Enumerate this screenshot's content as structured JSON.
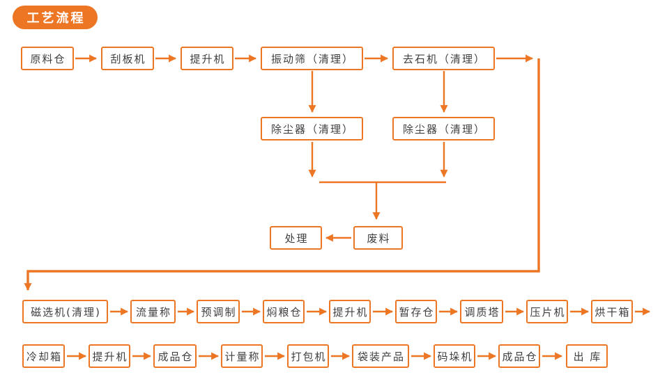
{
  "title_badge": "工艺流程",
  "colors": {
    "accent": "#ED7624",
    "node_text": "#3F3F3F",
    "background": "#FFFFFF"
  },
  "flow": {
    "row1": [
      "原料仓",
      "刮板机",
      "提升机",
      "振动筛（清理）",
      "去石机（清理）"
    ],
    "dust_row": [
      "除尘器（清理）",
      "除尘器（清理）"
    ],
    "waste_row": [
      "处理",
      "废料"
    ],
    "row3": [
      "磁选机(清理)",
      "流量称",
      "预调制",
      "焖粮仓",
      "提升机",
      "暂存仓",
      "调质塔",
      "压片机",
      "烘干箱"
    ],
    "row4": [
      "冷却箱",
      "提升机",
      "成品仓",
      "计量称",
      "打包机",
      "袋装产品",
      "码垛机",
      "成品仓",
      "出 库"
    ]
  }
}
